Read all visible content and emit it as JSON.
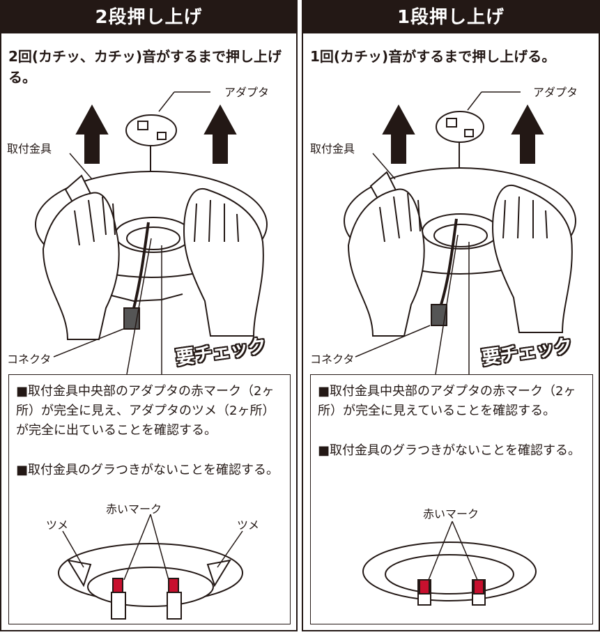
{
  "left": {
    "title": "2段押し上げ",
    "instruction": "2回(カチッ、カチッ)音がするまで押し上げる。",
    "labels": {
      "adapter": "アダプタ",
      "bracket": "取付金具",
      "connector": "コネクタ"
    },
    "badge": "要チェック",
    "checks": [
      "■取付金具中央部のアダプタの赤マーク（2ヶ所）が完全に見え、アダプタのツメ（2ヶ所）が完全に出ていることを確認する。",
      "■取付金具のグラつきがないことを確認する。"
    ],
    "detail_labels": {
      "red_mark": "赤いマーク",
      "claw_left": "ツメ",
      "claw_right": "ツメ"
    }
  },
  "right": {
    "title": "1段押し上げ",
    "instruction": "1回(カチッ)音がするまで押し上げる。",
    "labels": {
      "adapter": "アダプタ",
      "bracket": "取付金具",
      "connector": "コネクタ"
    },
    "badge": "要チェック",
    "checks": [
      "■取付金具中央部のアダプタの赤マーク（2ヶ所）が完全に見えていることを確認する。",
      "■取付金具のグラつきがないことを確認する。"
    ],
    "detail_labels": {
      "red_mark": "赤いマーク"
    }
  },
  "colors": {
    "ink": "#231815",
    "badge_red": "#d7263d",
    "mark_red": "#c8102e"
  }
}
